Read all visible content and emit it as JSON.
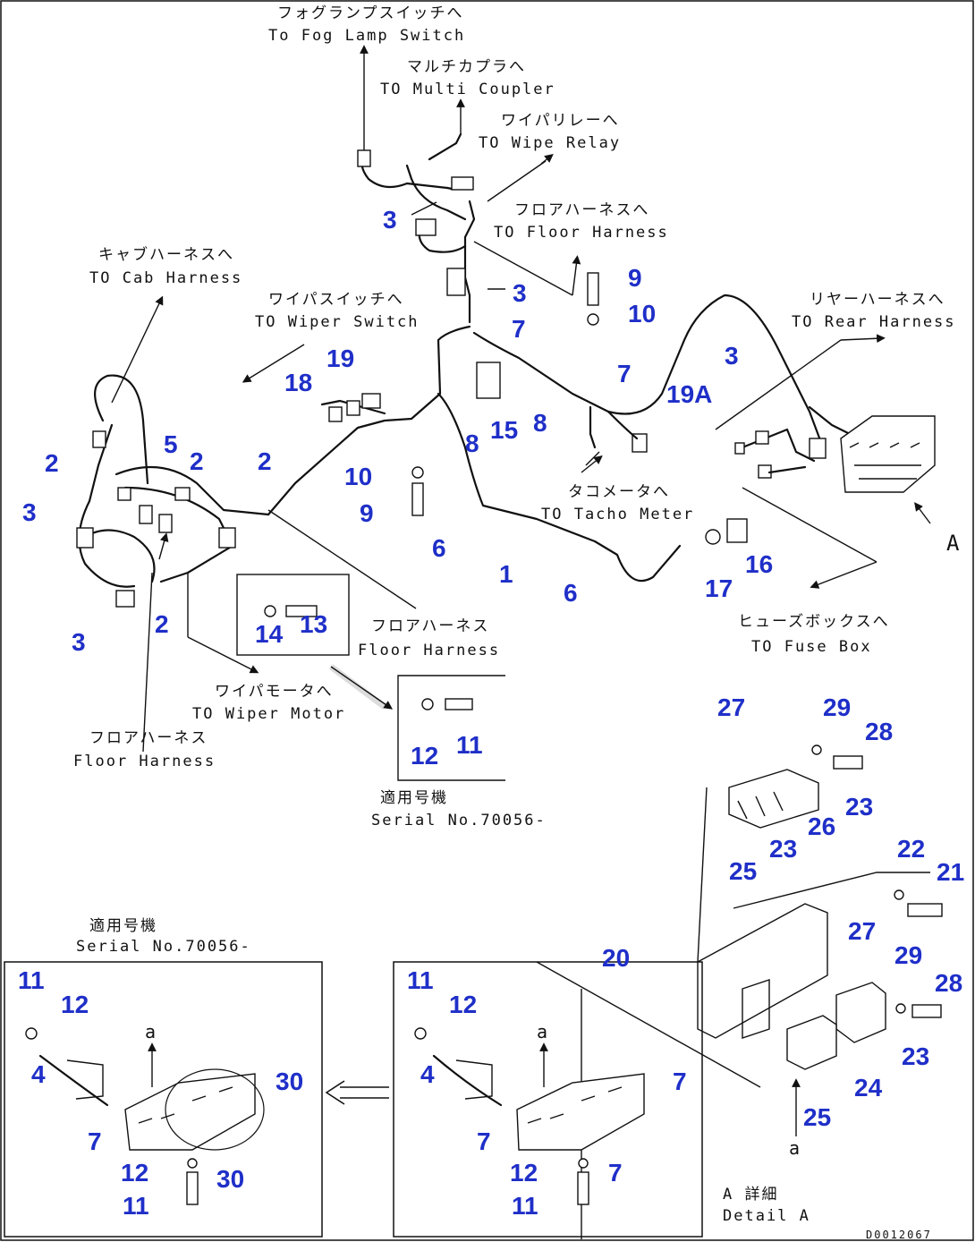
{
  "labels": {
    "fog_jp": "フォグランプスイッチへ",
    "fog_en": "To Fog Lamp Switch",
    "multi_jp": "マルチカプラへ",
    "multi_en": "TO Multi Coupler",
    "wiper_relay_jp": "ワイパリレーへ",
    "wiper_relay_en": "TO Wipe Relay",
    "floor_top_jp": "フロアハーネスへ",
    "floor_top_en": "TO Floor Harness",
    "cab_jp": "キャブハーネスへ",
    "cab_en": "TO Cab Harness",
    "wiper_sw_jp": "ワイパスイッチへ",
    "wiper_sw_en": "TO Wiper Switch",
    "rear_jp": "リヤーハーネスへ",
    "rear_en": "TO Rear Harness",
    "tacho_jp": "タコメータへ",
    "tacho_en": "TO Tacho Meter",
    "fuse_jp": "ヒューズボックスへ",
    "fuse_en": "TO Fuse Box",
    "floor_mid_jp": "フロアハーネス",
    "floor_mid_en": "Floor Harness",
    "wiper_motor_jp": "ワイパモータへ",
    "wiper_motor_en": "TO Wiper Motor",
    "floor_left_jp": "フロアハーネス",
    "floor_left_en": "Floor Harness",
    "serial_mid_jp": "適用号機",
    "serial_mid_en": "Serial No.70056-",
    "serial_left_jp": "適用号機",
    "serial_left_en": "Serial No.70056-",
    "detail_jp": "A 詳細",
    "detail_en": "Detail A",
    "view_a": "A",
    "a_mid": "a",
    "a_left": "a",
    "a_right": "a",
    "drawing_code": "D0012067"
  },
  "part_numbers": {
    "n1": "1",
    "n2a": "2",
    "n2b": "2",
    "n2c": "2",
    "n2d": "2",
    "n3a": "3",
    "n3b": "3",
    "n3c": "3",
    "n3d": "3",
    "n3e": "3",
    "n5": "5",
    "n6a": "6",
    "n6b": "6",
    "n7a": "7",
    "n7b": "7",
    "n8a": "8",
    "n8b": "8",
    "n9a": "9",
    "n9b": "9",
    "n10a": "10",
    "n10b": "10",
    "n11": "11",
    "n12": "12",
    "n13": "13",
    "n14": "14",
    "n15": "15",
    "n16": "16",
    "n17": "17",
    "n18": "18",
    "n19": "19",
    "n19a": "19A",
    "n20": "20",
    "n21": "21",
    "n22": "22",
    "n23a": "23",
    "n23b": "23",
    "n23c": "23",
    "n24": "24",
    "n25a": "25",
    "n25b": "25",
    "n26": "26",
    "n27a": "27",
    "n27b": "27",
    "n28a": "28",
    "n28b": "28",
    "n29a": "29",
    "n29b": "29",
    "m11a": "11",
    "m12a": "12",
    "m4": "4",
    "m7a": "7",
    "m7b": "7",
    "m7c": "7",
    "m12b": "12",
    "m11b": "11",
    "l11a": "11",
    "l12a": "12",
    "l4": "4",
    "l7": "7",
    "l30a": "30",
    "l30b": "30",
    "l12b": "12",
    "l11b": "11"
  }
}
